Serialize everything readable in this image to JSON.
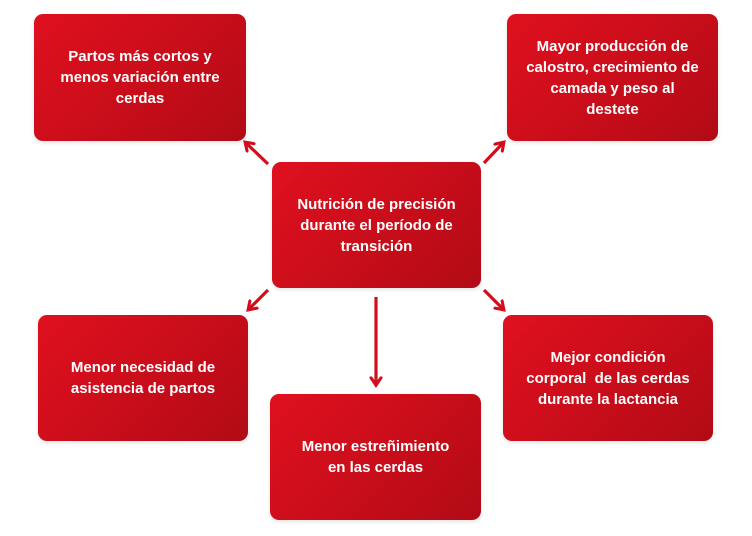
{
  "diagram": {
    "center": {
      "lines": [
        "Nutrición de precisión",
        "durante el período de",
        "transición"
      ]
    },
    "outcomes": {
      "top_left": {
        "lines": [
          "Partos más cortos y",
          "menos variación entre",
          "cerdas"
        ]
      },
      "top_right": {
        "lines": [
          "Mayor producción de",
          "calostro, crecimiento de",
          "camada y peso al",
          "destete"
        ]
      },
      "mid_left": {
        "lines": [
          "Menor necesidad de",
          "asistencia de partos"
        ]
      },
      "mid_right": {
        "lines": [
          "Mejor condición",
          "corporal  de las cerdas",
          "durante la lactancia"
        ]
      },
      "bottom": {
        "lines": [
          "Menor estreñimiento",
          "en las cerdas"
        ]
      }
    },
    "colors": {
      "box_red": "#d30e1c",
      "arrow_red": "#d30e1c",
      "text": "#ffffff"
    }
  }
}
